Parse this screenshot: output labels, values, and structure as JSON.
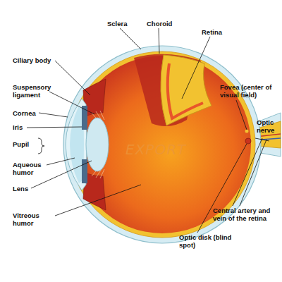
{
  "diagram": {
    "labels": [
      "Sclera",
      "Choroid",
      "Retina",
      "Ciliary body",
      "Suspensory ligament",
      "Cornea",
      "Iris",
      "Pupil",
      "Aqueous humor",
      "Lens",
      "Vitreous humor",
      "Fovea (center of visual field)",
      "Optic nerve",
      "Central artery and vein of the retina",
      "Optic disk (blind spot)",
      "EXPORT"
    ]
  }
}
